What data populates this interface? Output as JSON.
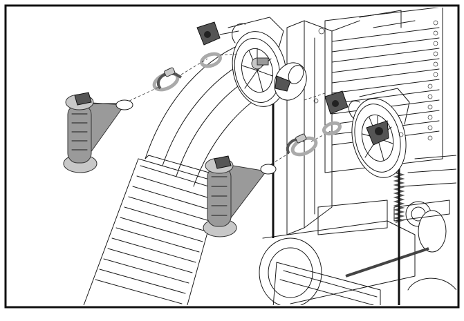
{
  "diagram": {
    "style": "line-art assembly illustration",
    "colors": {
      "outline": "#1a1a1a",
      "frame_border": "#111111",
      "part_fill": "#9a9a9a",
      "light_fill": "#c8c8c8",
      "cable": "#111111",
      "background": "#ffffff"
    },
    "parts": [
      {
        "id": "handle-left",
        "icon": "grip-handle"
      },
      {
        "id": "handle-center",
        "icon": "grip-handle"
      },
      {
        "id": "snap-hook-upper",
        "icon": "carabiner"
      },
      {
        "id": "snap-hook-lower",
        "icon": "carabiner"
      },
      {
        "id": "pulley-upper",
        "icon": "pulley"
      },
      {
        "id": "pulley-lower",
        "icon": "pulley"
      },
      {
        "id": "cable-clamp-upper",
        "icon": "clamp"
      },
      {
        "id": "cable-clamp-lower",
        "icon": "clamp"
      },
      {
        "id": "weight-stack",
        "icon": "plates"
      },
      {
        "id": "bench-pad",
        "icon": "pad"
      }
    ]
  }
}
